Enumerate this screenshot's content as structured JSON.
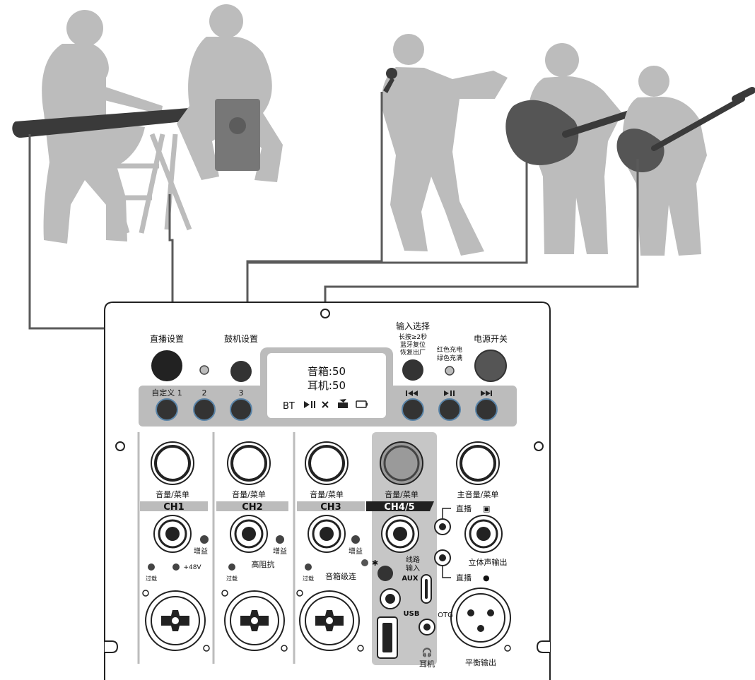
{
  "colors": {
    "silhouette": "#bcbcbc",
    "instrument_dark": "#3a3a3a",
    "cable": "#5a5a5a",
    "panel_grey": "#bcbcbc",
    "knob_dark": "#333333",
    "button_ring": "#5a84a8"
  },
  "top_controls": {
    "live_settings": "直播设置",
    "drum_settings": "鼓机设置",
    "input_select": "输入选择",
    "input_select_note1": "长按≥2秒",
    "input_select_note2": "蓝牙复位",
    "input_select_note3": "恢复出厂",
    "power_switch": "电源开关",
    "charge_red": "红色充电",
    "charge_green": "绿色充满"
  },
  "display": {
    "line1": "音箱:50",
    "line2": "耳机:50",
    "bt": "BT"
  },
  "buttons": {
    "custom1": "自定义 1",
    "two": "2",
    "three": "3"
  },
  "knob_labels": {
    "ch1": "音量/菜单",
    "ch2": "音量/菜单",
    "ch3": "音量/菜单",
    "ch45": "音量/菜单",
    "master": "主音量/菜单"
  },
  "channels": {
    "ch1": "CH1",
    "ch2": "CH2",
    "ch3": "CH3",
    "ch45": "CH4/5"
  },
  "jack_labels": {
    "gain1": "增益",
    "gain3": "增益",
    "gain2": "增益",
    "phantom": "+48V",
    "hi_z": "高阻抗",
    "clip1": "过载",
    "clip2": "过载",
    "clip3": "过载",
    "line_in1": "线路",
    "line_in2": "输入",
    "cascade": "音箱级连",
    "aux": "AUX",
    "usb": "USB",
    "otg": "OTG",
    "headphone": "耳机",
    "live_android": "直播",
    "live_apple": "直播",
    "stereo_out": "立体声输出",
    "balanced_out": "平衡输出"
  }
}
